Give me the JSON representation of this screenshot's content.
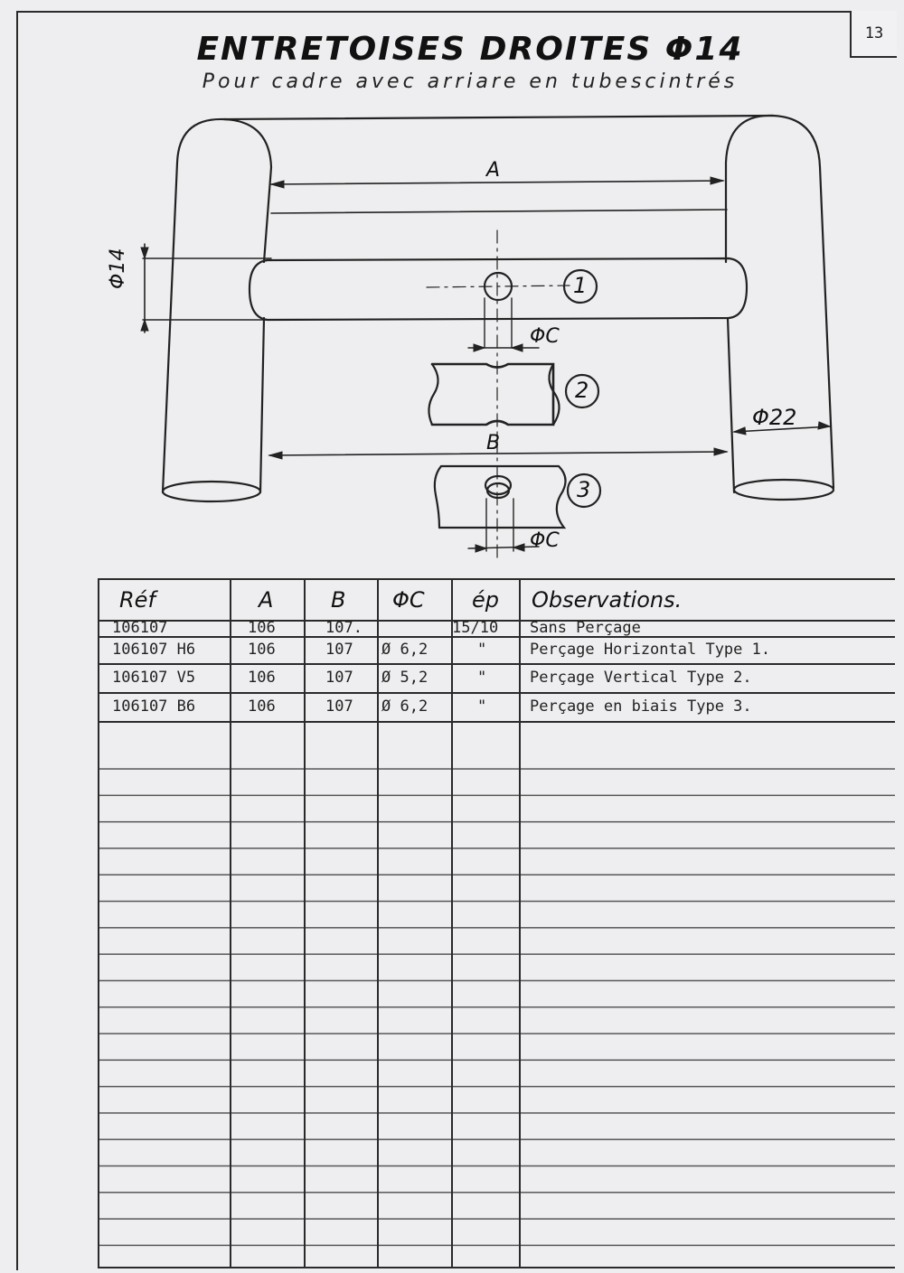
{
  "page_number": "13",
  "title": "ENTRETOISES DROITES Φ14",
  "subtitle": "Pour cadre avec arriare en tubescintrés",
  "drawing": {
    "labels": {
      "dim_a": "A",
      "dim_b": "B",
      "dia_14": "Φ14",
      "dia_22": "Φ22",
      "dia_c_1": "ΦC",
      "dia_c_2": "ΦC",
      "callout_1": "1",
      "callout_2": "2",
      "callout_3": "3"
    }
  },
  "table": {
    "headers": [
      "Réf",
      "A",
      "B",
      "ΦC",
      "ép",
      "Observations."
    ],
    "rows": [
      {
        "ref": "106107",
        "a": "106",
        "b": "107.",
        "c": "",
        "ep": "15/10",
        "obs": "Sans Perçage"
      },
      {
        "ref": "106107 H6",
        "a": "106",
        "b": "107",
        "c": "Ø 6,2",
        "ep": "\"",
        "obs": "Perçage Horizontal Type 1."
      },
      {
        "ref": "106107 V5",
        "a": "106",
        "b": "107",
        "c": "Ø 5,2",
        "ep": "\"",
        "obs": "Perçage Vertical Type 2."
      },
      {
        "ref": "106107 B6",
        "a": "106",
        "b": "107",
        "c": "Ø 6,2",
        "ep": "\"",
        "obs": "Perçage en biais Type 3."
      }
    ]
  }
}
